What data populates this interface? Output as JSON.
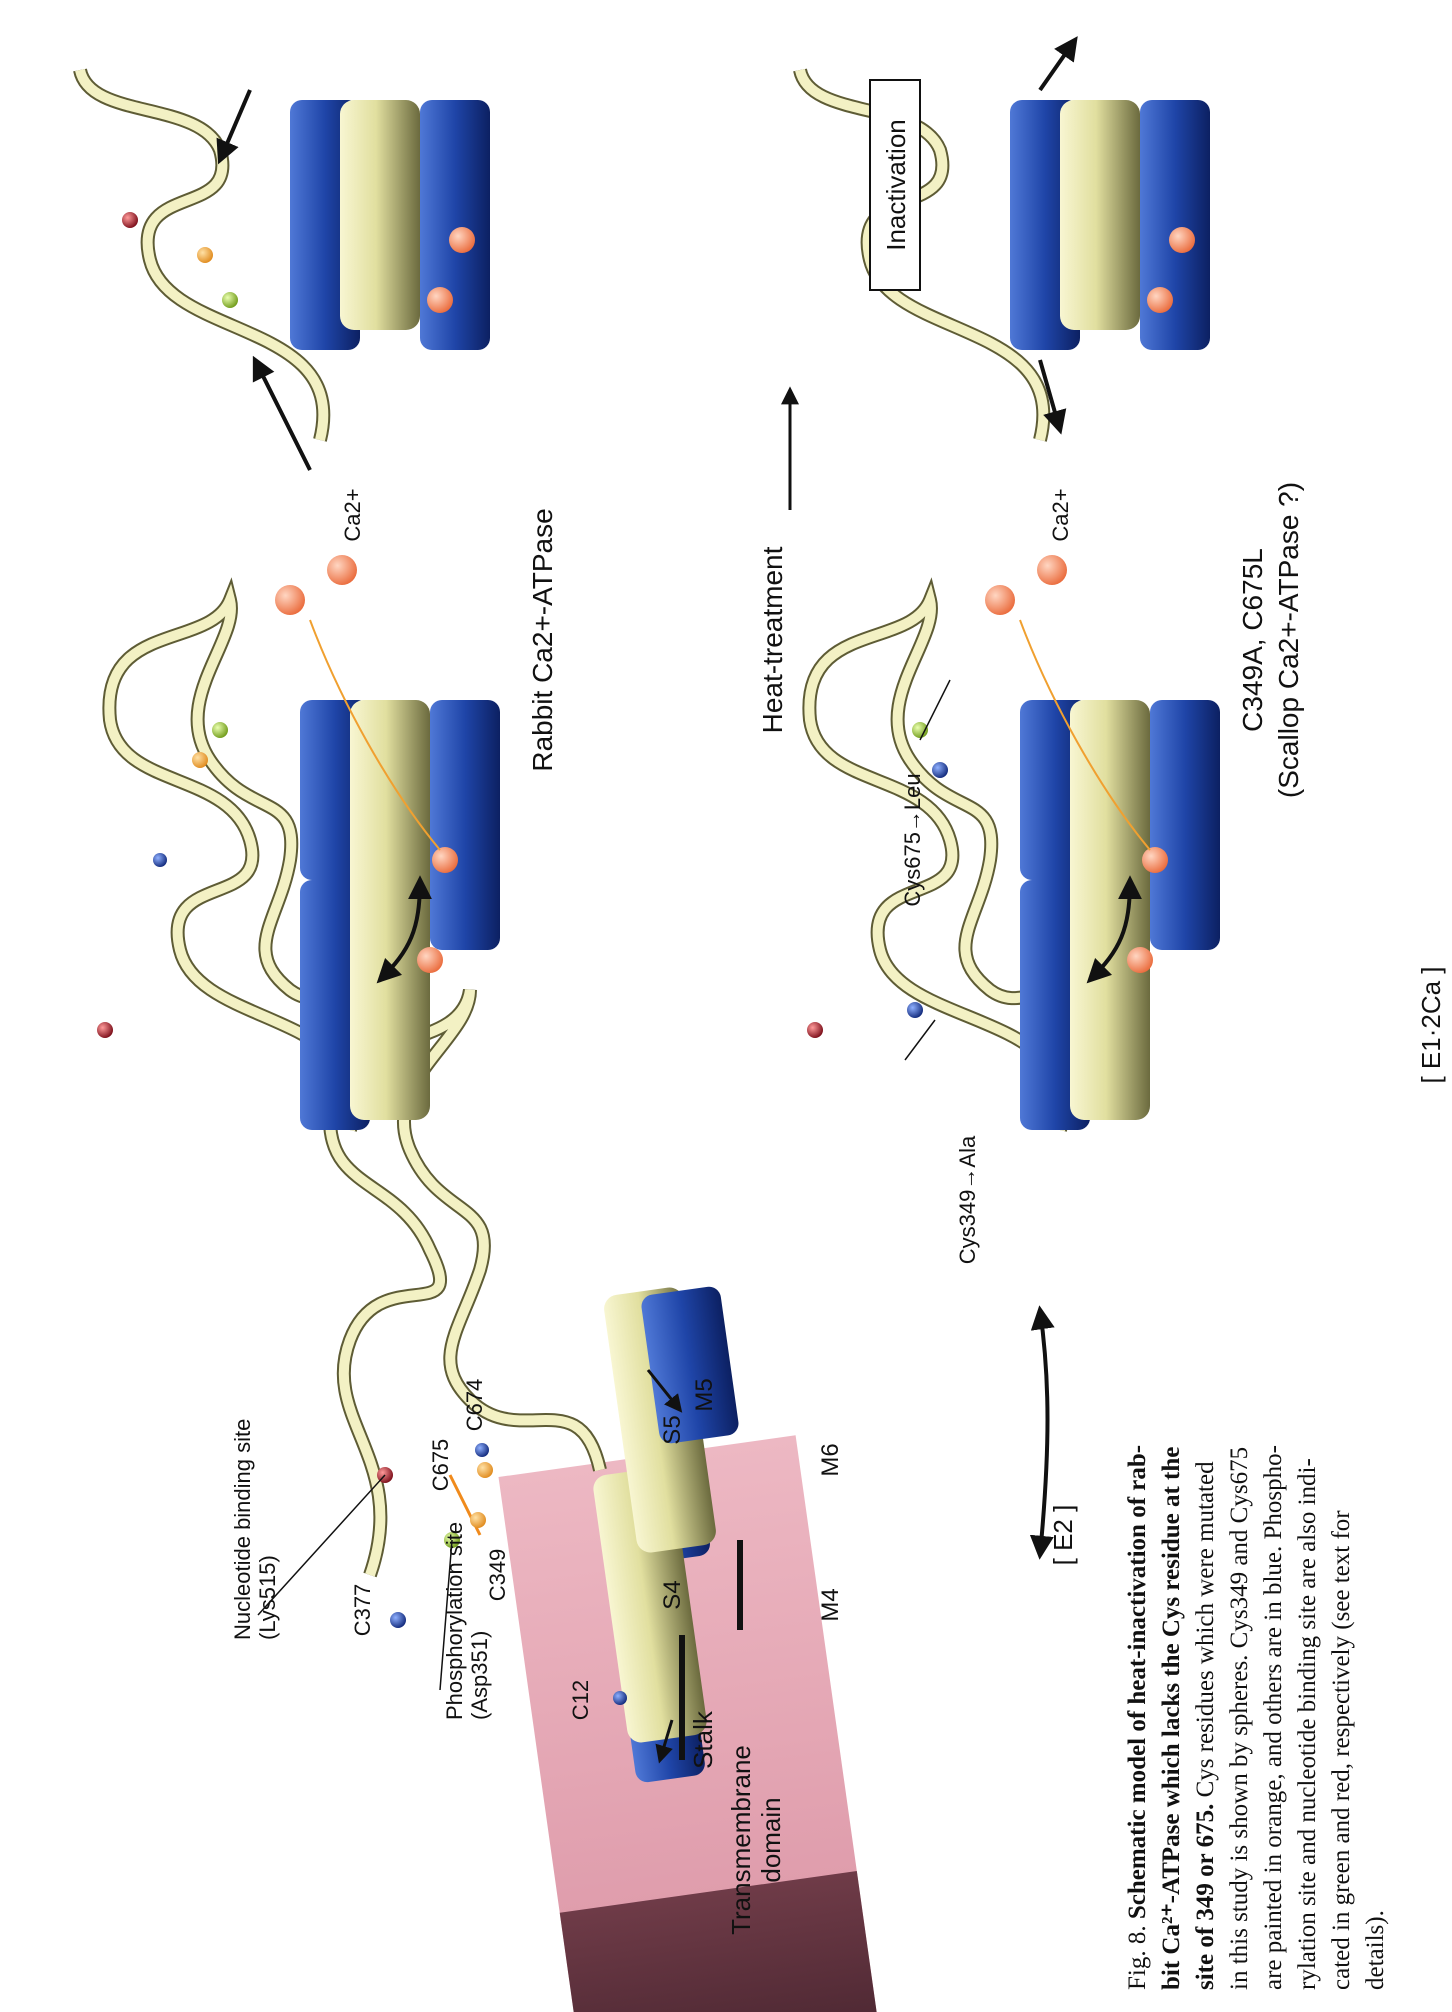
{
  "figure": {
    "caption_lines": [
      {
        "parts": [
          {
            "t": "Fig. 8. ",
            "b": false
          },
          {
            "t": "Schematic model of heat-inactivation of rab-",
            "b": true
          }
        ]
      },
      {
        "parts": [
          {
            "t": "bit Ca²⁺-ATPase which lacks the Cys residue at the",
            "b": true
          }
        ]
      },
      {
        "parts": [
          {
            "t": "site of 349 or 675.",
            "b": true
          },
          {
            "t": "  Cys residues which were mutated",
            "b": false
          }
        ]
      },
      {
        "parts": [
          {
            "t": "in this study is shown by spheres. Cys349 and Cys675",
            "b": false
          }
        ]
      },
      {
        "parts": [
          {
            "t": "are painted in orange, and others are in blue. Phospho-",
            "b": false
          }
        ]
      },
      {
        "parts": [
          {
            "t": "rylation site and nucleotide binding site are also indi-",
            "b": false
          }
        ]
      },
      {
        "parts": [
          {
            "t": "cated in green and red, respectively (see text for",
            "b": false
          }
        ]
      },
      {
        "parts": [
          {
            "t": "details).",
            "b": false
          }
        ]
      }
    ]
  },
  "labels": {
    "nucleotide_site": "Nucleotide binding site",
    "nucleotide_residue": "(Lys515)",
    "phosphorylation_site": "Phosphorylation site",
    "phosphorylation_residue": "(Asp351)",
    "c377": "C377",
    "c349": "C349",
    "c675": "C675",
    "c674": "C674",
    "c12": "C12",
    "stalk": "Stalk",
    "transmembrane_1": "Transmembrane",
    "transmembrane_2": "domain",
    "s4": "S4",
    "s5": "S5",
    "m4": "M4",
    "m5": "M5",
    "m6": "M6",
    "state_e2": "[ E2 ]",
    "state_e1": "[ E1·2Ca ]",
    "ca_top": "Ca2+",
    "ca_bottom": "Ca2+",
    "rabbit": "Rabbit Ca2+-ATPase",
    "heat": "Heat-treatment",
    "mutant_1": "C349A, C675L",
    "mutant_2": "(Scallop Ca2+-ATPase ?)",
    "cys675_leu": "Cys675→Leu",
    "cys349_ala": "Cys349→Ala",
    "inactivation": "Inactivation"
  },
  "colors": {
    "helix_yellow": "#e4e2a8",
    "helix_blue": "#1f45a8",
    "ribbon": "#f3f1c4",
    "membrane_pink": "#e6a4b2",
    "sphere_orange": "#f2a23a",
    "sphere_blue": "#1d3fa0",
    "sphere_green": "#9fc53a",
    "sphere_red": "#a51d2c",
    "ca_ion": "#f2875f"
  }
}
